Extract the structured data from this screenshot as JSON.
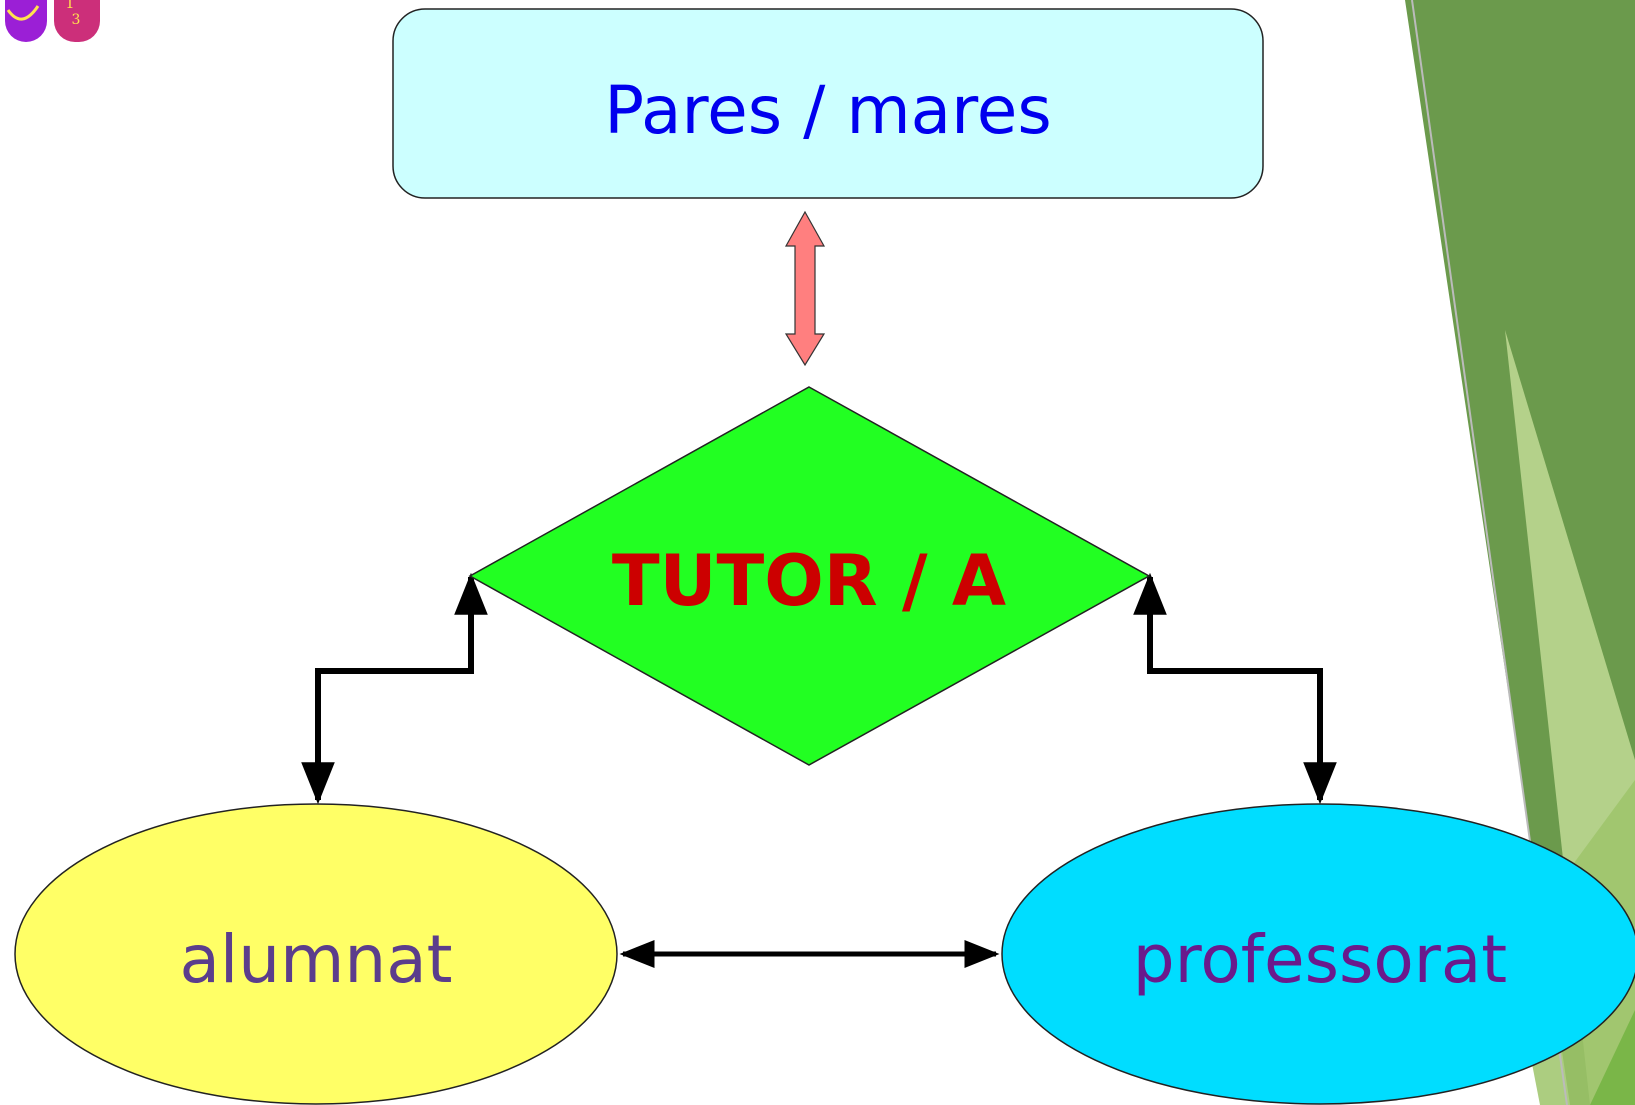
{
  "diagram": {
    "nodes": {
      "parents": {
        "label": "Pares / mares",
        "shape": "rounded-rectangle",
        "fill": "#ccffff"
      },
      "tutor": {
        "label": "TUTOR / A",
        "shape": "diamond",
        "fill": "#22ff22"
      },
      "students": {
        "label": "alumnat",
        "shape": "ellipse",
        "fill": "#ffff66"
      },
      "teachers": {
        "label": "professorat",
        "shape": "ellipse",
        "fill": "#00ddff"
      }
    },
    "edges": [
      {
        "from": "parents",
        "to": "tutor",
        "style": "block-double-arrow",
        "color": "#ff7f7f"
      },
      {
        "from": "tutor",
        "to": "students",
        "style": "elbow-double-arrow",
        "color": "#000000"
      },
      {
        "from": "tutor",
        "to": "teachers",
        "style": "elbow-double-arrow",
        "color": "#000000"
      },
      {
        "from": "students",
        "to": "teachers",
        "style": "double-arrow",
        "color": "#000000"
      }
    ]
  },
  "logo": {
    "digits": [
      "1",
      "3"
    ],
    "colors": [
      "#9b1fd6",
      "#cc2f7a"
    ]
  },
  "theme": {
    "accent_dark": "#6a9a4b",
    "accent_light": "#c6de96"
  }
}
